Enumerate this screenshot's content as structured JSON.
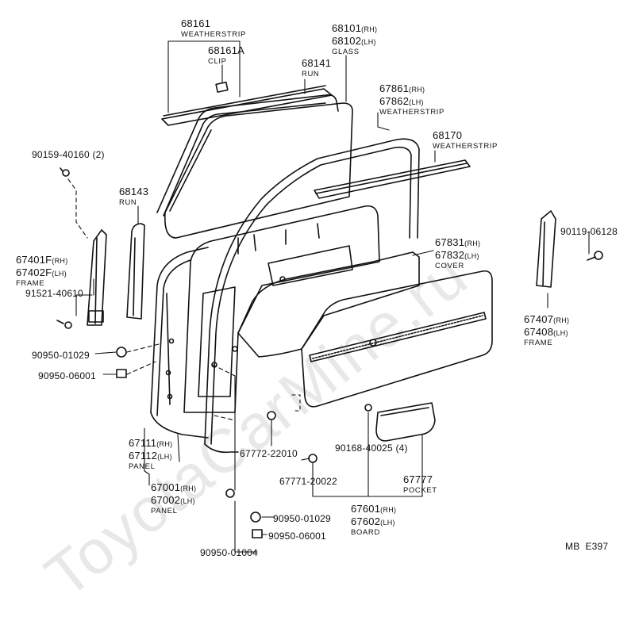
{
  "watermark": "ToyotaCarMine.ru",
  "diagram_code": "MB  E397",
  "callouts": {
    "c68161": {
      "part": "68161",
      "name": "WEATHERSTRIP"
    },
    "c68161A": {
      "part": "68161A",
      "name": "CLIP"
    },
    "c68101": {
      "part1": "68101",
      "side1": "(RH)",
      "part2": "68102",
      "side2": "(LH)",
      "name": "GLASS"
    },
    "c68141": {
      "part": "68141",
      "name": "RUN"
    },
    "c67861": {
      "part1": "67861",
      "side1": "(RH)",
      "part2": "67862",
      "side2": "(LH)",
      "name": "WEATHERSTRIP"
    },
    "c68170": {
      "part": "68170",
      "name": "WEATHERSTRIP"
    },
    "c90159": {
      "text": "90159-40160 (2)"
    },
    "c68143": {
      "part": "68143",
      "name": "RUN"
    },
    "c67401": {
      "part1": "67401F",
      "side1": "(RH)",
      "part2": "67402F",
      "side2": "(LH)",
      "name": "FRAME"
    },
    "c91521": {
      "text": "91521-40610"
    },
    "c90950a": {
      "text": "90950-01029"
    },
    "c90950b": {
      "text": "90950-06001"
    },
    "c67831": {
      "part1": "67831",
      "side1": "(RH)",
      "part2": "67832",
      "side2": "(LH)",
      "name": "COVER"
    },
    "c90119": {
      "text": "90119-06128"
    },
    "c67407": {
      "part1": "67407",
      "side1": "(RH)",
      "part2": "67408",
      "side2": "(LH)",
      "name": "FRAME"
    },
    "c67111": {
      "part1": "67111",
      "side1": "(RH)",
      "part2": "67112",
      "side2": "(LH)",
      "name": "PANEL"
    },
    "c67772": {
      "text": "67772-22010"
    },
    "c90168": {
      "text": "90168-40025 (4)"
    },
    "c67001": {
      "part1": "67001",
      "side1": "(RH)",
      "part2": "67002",
      "side2": "(LH)",
      "name": "PANEL"
    },
    "c67771": {
      "text": "67771-20022"
    },
    "c67777": {
      "part": "67777",
      "name": "POCKET"
    },
    "c67601": {
      "part1": "67601",
      "side1": "(RH)",
      "part2": "67602",
      "side2": "(LH)",
      "name": "BOARD"
    },
    "c90950c": {
      "text": "90950-01029"
    },
    "c90950d": {
      "text": "90950-06001"
    },
    "c90950e": {
      "text": "90950-01004"
    }
  }
}
